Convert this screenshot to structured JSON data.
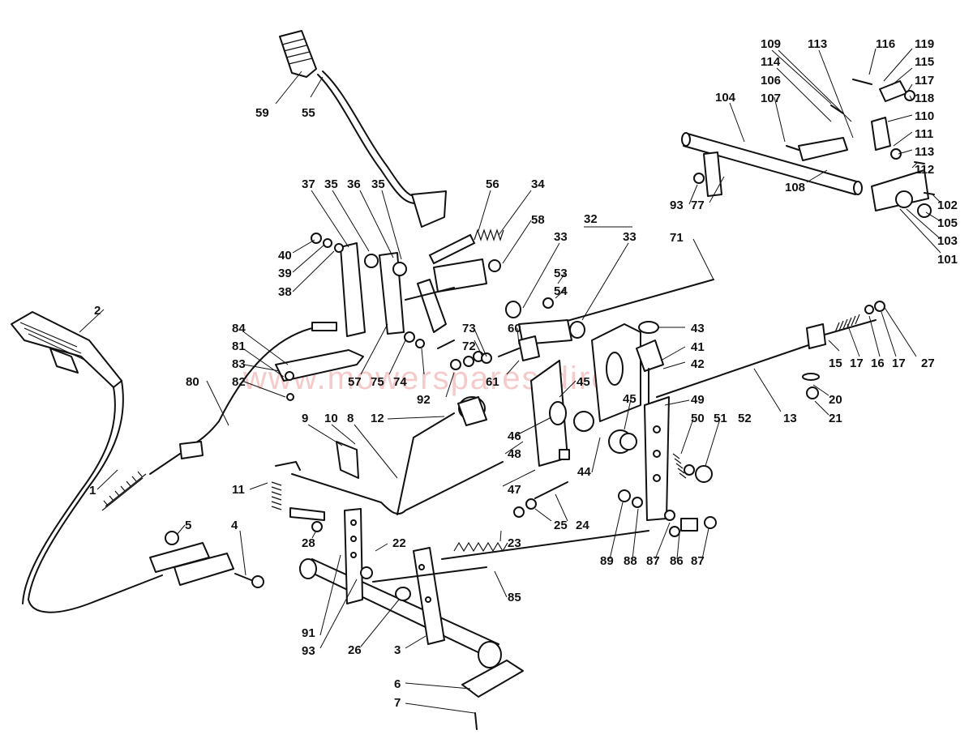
{
  "watermark": "www.mowerspares.direct",
  "callouts": [
    {
      "id": "c1",
      "text": "1"
    },
    {
      "id": "c2",
      "text": "2"
    },
    {
      "id": "c3",
      "text": "3"
    },
    {
      "id": "c4",
      "text": "4"
    },
    {
      "id": "c5",
      "text": "5"
    },
    {
      "id": "c6",
      "text": "6"
    },
    {
      "id": "c7",
      "text": "7"
    },
    {
      "id": "c8",
      "text": "8"
    },
    {
      "id": "c9",
      "text": "9"
    },
    {
      "id": "c10",
      "text": "10"
    },
    {
      "id": "c11",
      "text": "11"
    },
    {
      "id": "c12",
      "text": "12"
    },
    {
      "id": "c13",
      "text": "13"
    },
    {
      "id": "c15",
      "text": "15"
    },
    {
      "id": "c16",
      "text": "16"
    },
    {
      "id": "c17a",
      "text": "17"
    },
    {
      "id": "c17b",
      "text": "17"
    },
    {
      "id": "c20",
      "text": "20"
    },
    {
      "id": "c21",
      "text": "21"
    },
    {
      "id": "c22",
      "text": "22"
    },
    {
      "id": "c23",
      "text": "23"
    },
    {
      "id": "c24",
      "text": "24"
    },
    {
      "id": "c25",
      "text": "25"
    },
    {
      "id": "c26",
      "text": "26"
    },
    {
      "id": "c27",
      "text": "27"
    },
    {
      "id": "c28",
      "text": "28"
    },
    {
      "id": "c32",
      "text": "32"
    },
    {
      "id": "c33a",
      "text": "33"
    },
    {
      "id": "c33b",
      "text": "33"
    },
    {
      "id": "c34",
      "text": "34"
    },
    {
      "id": "c35a",
      "text": "35"
    },
    {
      "id": "c35b",
      "text": "35"
    },
    {
      "id": "c36",
      "text": "36"
    },
    {
      "id": "c37",
      "text": "37"
    },
    {
      "id": "c38",
      "text": "38"
    },
    {
      "id": "c39",
      "text": "39"
    },
    {
      "id": "c40",
      "text": "40"
    },
    {
      "id": "c41",
      "text": "41"
    },
    {
      "id": "c42",
      "text": "42"
    },
    {
      "id": "c43",
      "text": "43"
    },
    {
      "id": "c44",
      "text": "44"
    },
    {
      "id": "c45a",
      "text": "45"
    },
    {
      "id": "c45b",
      "text": "45"
    },
    {
      "id": "c46",
      "text": "46"
    },
    {
      "id": "c47",
      "text": "47"
    },
    {
      "id": "c48",
      "text": "48"
    },
    {
      "id": "c49",
      "text": "49"
    },
    {
      "id": "c50",
      "text": "50"
    },
    {
      "id": "c51",
      "text": "51"
    },
    {
      "id": "c52",
      "text": "52"
    },
    {
      "id": "c53",
      "text": "53"
    },
    {
      "id": "c54",
      "text": "54"
    },
    {
      "id": "c55",
      "text": "55"
    },
    {
      "id": "c56",
      "text": "56"
    },
    {
      "id": "c57",
      "text": "57"
    },
    {
      "id": "c58",
      "text": "58"
    },
    {
      "id": "c59",
      "text": "59"
    },
    {
      "id": "c60",
      "text": "60"
    },
    {
      "id": "c61",
      "text": "61"
    },
    {
      "id": "c71",
      "text": "71"
    },
    {
      "id": "c72",
      "text": "72"
    },
    {
      "id": "c73",
      "text": "73"
    },
    {
      "id": "c74",
      "text": "74"
    },
    {
      "id": "c75",
      "text": "75"
    },
    {
      "id": "c77",
      "text": "77"
    },
    {
      "id": "c80",
      "text": "80"
    },
    {
      "id": "c81",
      "text": "81"
    },
    {
      "id": "c82",
      "text": "82"
    },
    {
      "id": "c83",
      "text": "83"
    },
    {
      "id": "c84",
      "text": "84"
    },
    {
      "id": "c85",
      "text": "85"
    },
    {
      "id": "c86",
      "text": "86"
    },
    {
      "id": "c87a",
      "text": "87"
    },
    {
      "id": "c87b",
      "text": "87"
    },
    {
      "id": "c88",
      "text": "88"
    },
    {
      "id": "c89",
      "text": "89"
    },
    {
      "id": "c91",
      "text": "91"
    },
    {
      "id": "c92",
      "text": "92"
    },
    {
      "id": "c93a",
      "text": "93"
    },
    {
      "id": "c93b",
      "text": "93"
    },
    {
      "id": "c101",
      "text": "101"
    },
    {
      "id": "c102",
      "text": "102"
    },
    {
      "id": "c103",
      "text": "103"
    },
    {
      "id": "c104",
      "text": "104"
    },
    {
      "id": "c105",
      "text": "105"
    },
    {
      "id": "c106",
      "text": "106"
    },
    {
      "id": "c107",
      "text": "107"
    },
    {
      "id": "c108",
      "text": "108"
    },
    {
      "id": "c109",
      "text": "109"
    },
    {
      "id": "c110",
      "text": "110"
    },
    {
      "id": "c111",
      "text": "111"
    },
    {
      "id": "c112",
      "text": "112"
    },
    {
      "id": "c113a",
      "text": "113"
    },
    {
      "id": "c113b",
      "text": "113"
    },
    {
      "id": "c114",
      "text": "114"
    },
    {
      "id": "c115",
      "text": "115"
    },
    {
      "id": "c116",
      "text": "116"
    },
    {
      "id": "c117",
      "text": "117"
    },
    {
      "id": "c118",
      "text": "118"
    },
    {
      "id": "c119",
      "text": "119"
    }
  ]
}
